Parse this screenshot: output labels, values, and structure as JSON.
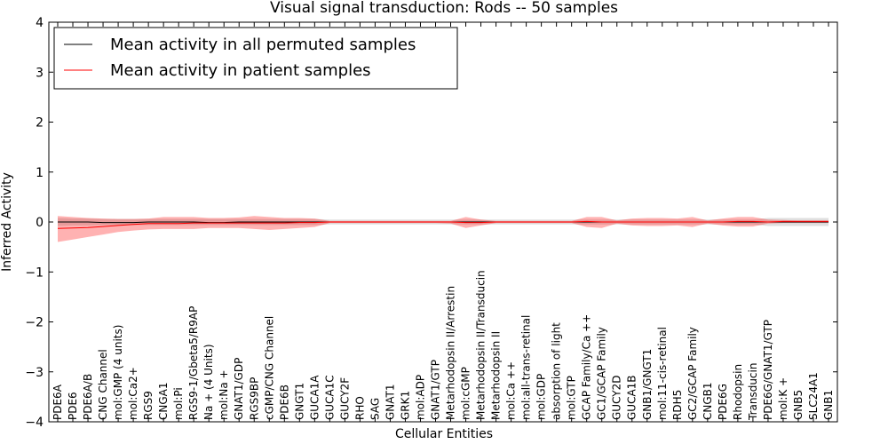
{
  "chart_data": {
    "type": "line",
    "title": "Visual signal transduction: Rods -- 50 samples",
    "xlabel": "Cellular Entities",
    "ylabel": "Inferred Activity",
    "ylim": [
      -4,
      4
    ],
    "yticks": [
      "4",
      "3",
      "2",
      "1",
      "0",
      "−1",
      "−2",
      "−3",
      "−4"
    ],
    "ytick_values": [
      4,
      3,
      2,
      1,
      0,
      -1,
      -2,
      -3,
      -4
    ],
    "grid": false,
    "legend_position": "top-left",
    "categories": [
      "PDE6A",
      "PDE6",
      "PDE6A/B",
      "CNG Channel",
      "mol:GMP (4 units)",
      "mol:Ca2+",
      "RGS9",
      "CNGA1",
      "mol:Pi",
      "RGS9-1/Gbeta5/R9AP",
      "Na + (4 Units)",
      "mol:Na +",
      "GNAT1/GDP",
      "RGS9BP",
      "cGMP/CNG Channel",
      "PDE6B",
      "GNGT1",
      "GUCA1A",
      "GUCA1C",
      "GUCY2F",
      "RHO",
      "SAG",
      "GNAT1",
      "GRK1",
      "mol:ADP",
      "GNAT1/GTP",
      "Metarhodopsin II/Arrestin",
      "mol:cGMP",
      "Metarhodopsin II/Transducin",
      "Metarhodopsin II",
      "mol:Ca ++",
      "mol:all-trans-retinal",
      "mol:GDP",
      "absorption of light",
      "mol:GTP",
      "GCAP Family/Ca ++",
      "GC1/GCAP Family",
      "GUCY2D",
      "GUCA1B",
      "GNB1/GNGT1",
      "mol:11-cis-retinal",
      "RDH5",
      "GC2/GCAP Family",
      "CNGB1",
      "PDE6G",
      "Rhodopsin",
      "Transducin",
      "PDE6G/GNAT1/GTP",
      "mol:K +",
      "GNB5",
      "SLC24A1",
      "GNB1"
    ],
    "series": [
      {
        "name": "Mean activity in all permuted samples",
        "color": "#000000",
        "values": [
          0.0,
          0.0,
          0.0,
          -0.01,
          -0.01,
          -0.01,
          0.0,
          0.0,
          0.0,
          0.0,
          -0.01,
          -0.01,
          0.0,
          0.0,
          0.0,
          0.0,
          0.0,
          0.0,
          0.0,
          0.0,
          0.0,
          0.0,
          0.0,
          0.0,
          0.0,
          0.0,
          0.0,
          0.0,
          0.0,
          0.0,
          0.0,
          0.0,
          0.0,
          0.0,
          0.0,
          0.0,
          0.0,
          0.0,
          0.0,
          0.0,
          0.0,
          0.0,
          0.0,
          0.0,
          0.0,
          0.0,
          0.0,
          0.0,
          0.0,
          0.0,
          0.0,
          0.0
        ],
        "band_upper": [
          0.08,
          0.07,
          0.07,
          0.06,
          0.06,
          0.06,
          0.06,
          0.06,
          0.06,
          0.06,
          0.06,
          0.06,
          0.06,
          0.06,
          0.06,
          0.06,
          0.06,
          0.06,
          0.05,
          0.05,
          0.05,
          0.05,
          0.05,
          0.05,
          0.05,
          0.05,
          0.05,
          0.05,
          0.05,
          0.05,
          0.05,
          0.05,
          0.05,
          0.05,
          0.05,
          0.05,
          0.05,
          0.05,
          0.05,
          0.05,
          0.05,
          0.05,
          0.05,
          0.05,
          0.05,
          0.05,
          0.05,
          0.08,
          0.08,
          0.08,
          0.08,
          0.08
        ],
        "band_lower": [
          -0.08,
          -0.07,
          -0.07,
          -0.06,
          -0.06,
          -0.06,
          -0.06,
          -0.06,
          -0.06,
          -0.06,
          -0.06,
          -0.06,
          -0.06,
          -0.06,
          -0.06,
          -0.06,
          -0.06,
          -0.06,
          -0.05,
          -0.05,
          -0.05,
          -0.05,
          -0.05,
          -0.05,
          -0.05,
          -0.05,
          -0.05,
          -0.05,
          -0.05,
          -0.05,
          -0.05,
          -0.05,
          -0.05,
          -0.05,
          -0.05,
          -0.05,
          -0.05,
          -0.05,
          -0.05,
          -0.05,
          -0.05,
          -0.05,
          -0.05,
          -0.05,
          -0.05,
          -0.05,
          -0.05,
          -0.08,
          -0.08,
          -0.08,
          -0.08,
          -0.08
        ]
      },
      {
        "name": "Mean activity in patient samples",
        "color": "#ff0000",
        "values": [
          -0.13,
          -0.12,
          -0.11,
          -0.09,
          -0.07,
          -0.05,
          -0.03,
          -0.03,
          -0.03,
          -0.02,
          -0.02,
          -0.02,
          -0.02,
          -0.02,
          -0.02,
          -0.02,
          -0.01,
          -0.01,
          0.0,
          0.0,
          0.0,
          0.0,
          0.0,
          0.0,
          0.0,
          0.0,
          0.0,
          -0.01,
          -0.01,
          0.0,
          0.0,
          0.0,
          0.0,
          0.0,
          0.0,
          0.01,
          0.0,
          0.0,
          0.0,
          0.0,
          0.0,
          0.0,
          0.0,
          0.0,
          0.0,
          0.01,
          0.01,
          0.0,
          0.01,
          0.01,
          0.01,
          0.01
        ],
        "band_upper": [
          0.12,
          0.1,
          0.08,
          0.07,
          0.06,
          0.06,
          0.07,
          0.1,
          0.1,
          0.1,
          0.08,
          0.08,
          0.09,
          0.12,
          0.1,
          0.08,
          0.08,
          0.07,
          0.02,
          0.02,
          0.02,
          0.02,
          0.02,
          0.02,
          0.02,
          0.02,
          0.02,
          0.1,
          0.05,
          0.02,
          0.02,
          0.02,
          0.02,
          0.02,
          0.02,
          0.1,
          0.1,
          0.03,
          0.07,
          0.08,
          0.08,
          0.07,
          0.1,
          0.03,
          0.07,
          0.1,
          0.1,
          0.05,
          0.04,
          0.03,
          0.03,
          0.03
        ],
        "band_lower": [
          -0.4,
          -0.35,
          -0.3,
          -0.25,
          -0.2,
          -0.17,
          -0.15,
          -0.14,
          -0.14,
          -0.14,
          -0.12,
          -0.12,
          -0.12,
          -0.14,
          -0.16,
          -0.14,
          -0.12,
          -0.1,
          -0.02,
          -0.02,
          -0.02,
          -0.02,
          -0.02,
          -0.02,
          -0.02,
          -0.02,
          -0.03,
          -0.12,
          -0.07,
          -0.02,
          -0.02,
          -0.02,
          -0.02,
          -0.02,
          -0.02,
          -0.1,
          -0.12,
          -0.03,
          -0.07,
          -0.08,
          -0.08,
          -0.07,
          -0.1,
          -0.03,
          -0.07,
          -0.09,
          -0.09,
          -0.03,
          -0.02,
          -0.02,
          -0.02,
          -0.02
        ]
      }
    ]
  }
}
